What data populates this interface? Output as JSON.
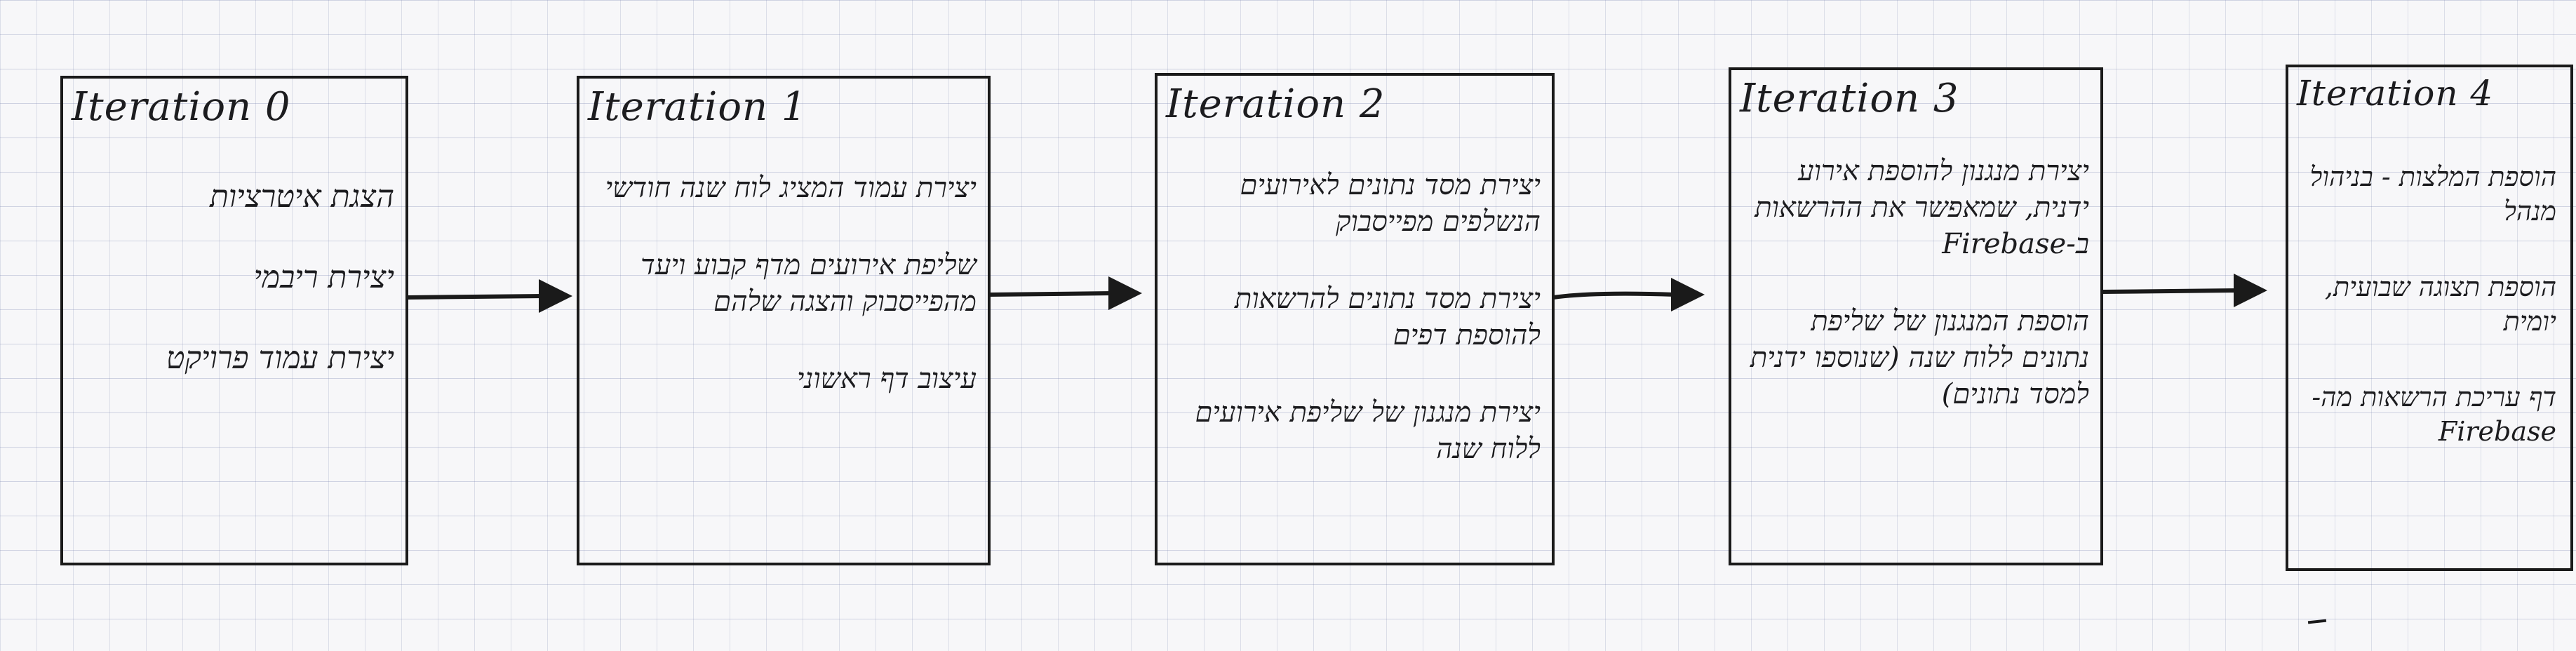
{
  "iterations": [
    {
      "title": "Iteration 0",
      "items": [
        "הצגת איטרציות",
        "יצירת ריבמי",
        "יצירת עמוד פרויקט"
      ]
    },
    {
      "title": "Iteration 1",
      "items": [
        "יצירת עמוד המציג לוח שנה חודשי",
        "שליפת אירועים מדף קבוע ויעד מהפייסבוק והצגה שלהם",
        "עיצוב דף ראשוני"
      ]
    },
    {
      "title": "Iteration 2",
      "items": [
        "יצירת מסד נתונים לאירועים הנשלפים מפייסבוק",
        "יצירת מסד נתונים להרשאות להוספת דפים",
        "יצירת מנגנון של שליפת אירועים ללוח שנה"
      ]
    },
    {
      "title": "Iteration 3",
      "items": [
        "יצירת מנגנון להוספת אירוע ידנית, שמאפשר את ההרשאות ב-Firebase",
        "הוספת המנגנון של שליפת נתונים ללוח שנה (שנוספו ידנית למסד נתונים)"
      ]
    },
    {
      "title": "Iteration 4",
      "items": [
        "הוספת המלצות - בניהול מנהל",
        "הוספת תצוגה שבועית, יומית",
        "דף עריכת הרשאות מה- Firebase"
      ]
    }
  ]
}
